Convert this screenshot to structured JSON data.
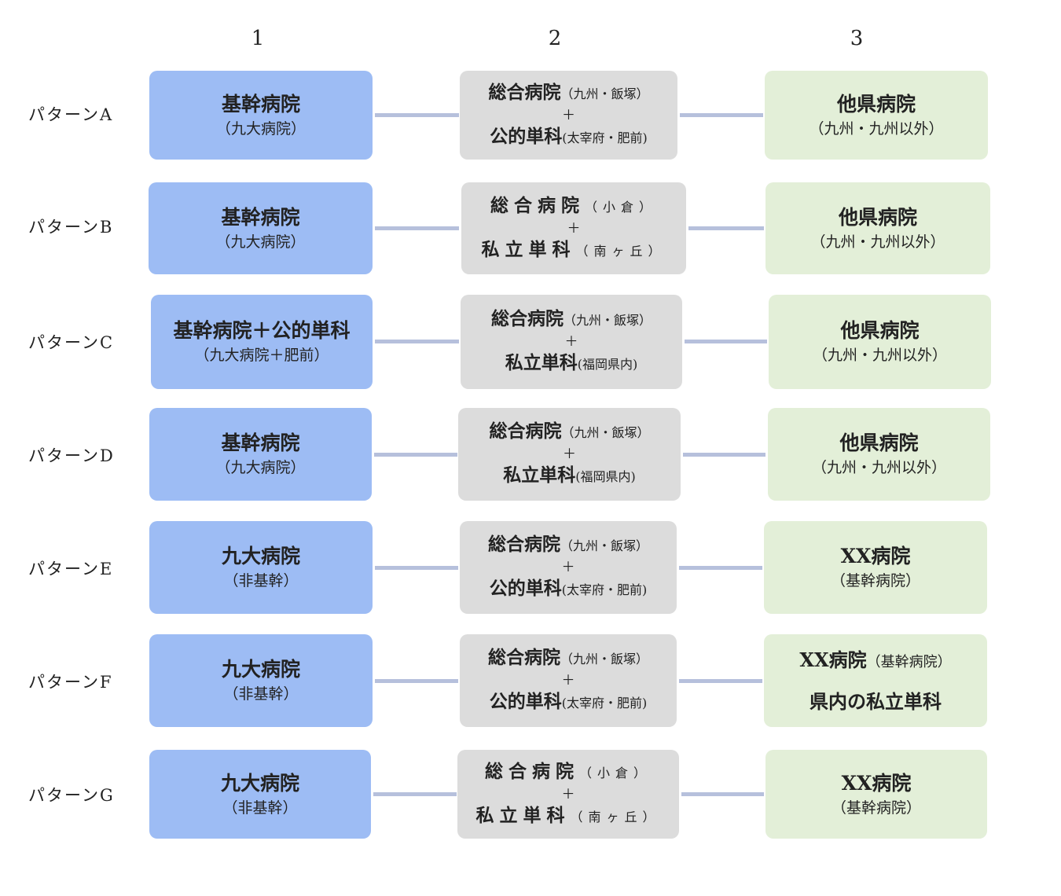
{
  "columns": [
    "1",
    "2",
    "3"
  ],
  "rows": [
    {
      "label": "パターンA",
      "c1": {
        "main": "基幹病院",
        "sub": "（九大病院）"
      },
      "c2": {
        "top": "総合病院",
        "top_note": "（九州・飯塚）",
        "plus": "＋",
        "bottom": "公的単科",
        "bottom_note": "(太宰府・肥前)"
      },
      "c3": {
        "main": "他県病院",
        "sub": "（九州・九州以外）"
      }
    },
    {
      "label": "パターンB",
      "c1": {
        "main": "基幹病院",
        "sub": "（九大病院）"
      },
      "c2": {
        "top": "総合病院",
        "top_note": "（小倉）",
        "plus": "＋",
        "bottom": "私立単科",
        "bottom_note": "（南ヶ丘）"
      },
      "c3": {
        "main": "他県病院",
        "sub": "（九州・九州以外）"
      }
    },
    {
      "label": "パターンC",
      "c1": {
        "main": "基幹病院＋公的単科",
        "sub": "（九大病院＋肥前）"
      },
      "c2": {
        "top": "総合病院",
        "top_note": "（九州・飯塚）",
        "plus": "＋",
        "bottom": "私立単科",
        "bottom_note": "(福岡県内)"
      },
      "c3": {
        "main": "他県病院",
        "sub": "（九州・九州以外）"
      }
    },
    {
      "label": "パターンD",
      "c1": {
        "main": "基幹病院",
        "sub": "（九大病院）"
      },
      "c2": {
        "top": "総合病院",
        "top_note": "（九州・飯塚）",
        "plus": "＋",
        "bottom": "私立単科",
        "bottom_note": "(福岡県内)"
      },
      "c3": {
        "main": "他県病院",
        "sub": "（九州・九州以外）"
      }
    },
    {
      "label": "パターンE",
      "c1": {
        "main": "九大病院",
        "sub": "（非基幹）"
      },
      "c2": {
        "top": "総合病院",
        "top_note": "（九州・飯塚）",
        "plus": "＋",
        "bottom": "公的単科",
        "bottom_note": "(太宰府・肥前)"
      },
      "c3": {
        "main": "XX病院",
        "sub": "（基幹病院）"
      }
    },
    {
      "label": "パターンF",
      "c1": {
        "main": "九大病院",
        "sub": "（非基幹）"
      },
      "c2": {
        "top": "総合病院",
        "top_note": "（九州・飯塚）",
        "plus": "＋",
        "bottom": "公的単科",
        "bottom_note": "(太宰府・肥前)"
      },
      "c3": {
        "main": "XX病院",
        "main_note": "（基幹病院）",
        "second": "県内の私立単科"
      }
    },
    {
      "label": "パターンG",
      "c1": {
        "main": "九大病院",
        "sub": "（非基幹）"
      },
      "c2": {
        "top": "総合病院",
        "top_note": "（小倉）",
        "plus": "＋",
        "bottom": "私立単科",
        "bottom_note": "（南ヶ丘）"
      },
      "c3": {
        "main": "XX病院",
        "sub": "（基幹病院）"
      }
    }
  ],
  "colors": {
    "col1": "#9dbcf4",
    "col2": "#dcdcdc",
    "col3": "#e3efd8",
    "connector": "#b6c0dc"
  }
}
